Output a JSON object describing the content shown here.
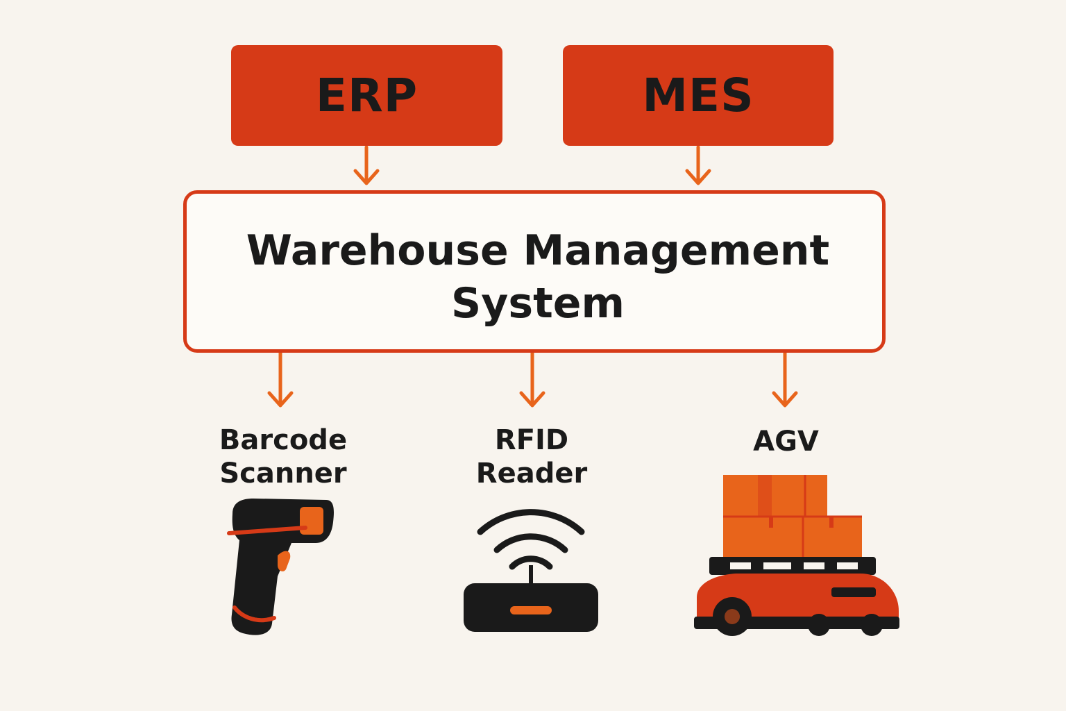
{
  "colors": {
    "background": "#f8f4ee",
    "box_fill": "#d63a17",
    "border": "#d63a17",
    "arrow": "#e8641b",
    "dark": "#1a1a1a",
    "orange": "#e8641b",
    "red_orange": "#d63a17"
  },
  "top_systems": [
    {
      "label": "ERP"
    },
    {
      "label": "MES"
    }
  ],
  "wms": {
    "line1": "Warehouse Management",
    "line2": "System"
  },
  "devices": [
    {
      "line1": "Barcode",
      "line2": "Scanner",
      "icon": "barcode-scanner-icon"
    },
    {
      "line1": "RFID",
      "line2": "Reader",
      "icon": "rfid-reader-icon"
    },
    {
      "line1": "AGV",
      "icon": "agv-icon"
    }
  ]
}
